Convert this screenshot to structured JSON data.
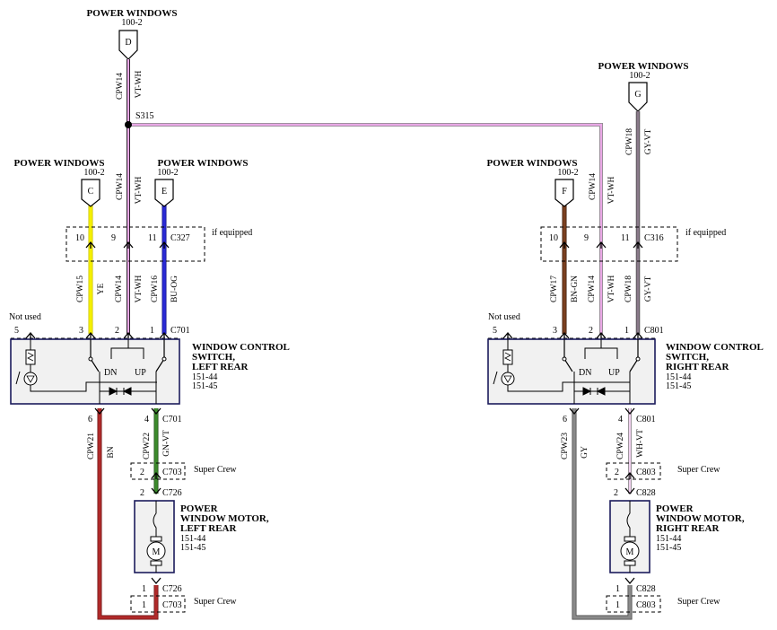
{
  "colors": {
    "violet_white": "#e9a8e6",
    "yellow": "#f5f000",
    "blue_orange": "#2a2ad6",
    "gray_violet": "#8a7a8a",
    "brown_green": "#7a4020",
    "green_violet": "#3c8a2c",
    "brown": "#b02a2a",
    "gray": "#8a8a8a",
    "white_violet": "#f0d0ee",
    "box_fill": "#f1f1f1",
    "box_stroke": "#1c1c5c"
  },
  "diagram": {
    "ref_top_left": {
      "title": "POWER WINDOWS",
      "page": "100-2",
      "letter": "D"
    },
    "ref_top_right": {
      "title": "POWER WINDOWS",
      "page": "100-2",
      "letter": "G"
    },
    "ref_c": {
      "title": "POWER WINDOWS",
      "page": "100-2",
      "letter": "C"
    },
    "ref_e": {
      "title": "POWER WINDOWS",
      "page": "100-2",
      "letter": "E"
    },
    "ref_f": {
      "title": "POWER WINDOWS",
      "page": "100-2",
      "letter": "F"
    },
    "splice": "S315",
    "left": {
      "top_wire": {
        "circuit": "CPW14",
        "color": "VT-WH"
      },
      "c_wire": {
        "circuit": "CPW14",
        "color": "VT-WH"
      },
      "conn_optional": {
        "name": "C327",
        "note": "if equipped",
        "pins": [
          "10",
          "9",
          "11"
        ]
      },
      "wires_lower": [
        {
          "circuit": "CPW15",
          "color": "YE"
        },
        {
          "circuit": "CPW14",
          "color": "VT-WH"
        },
        {
          "circuit": "CPW16",
          "color": "BU-OG"
        }
      ],
      "switch_conn": {
        "name": "C701",
        "pins": [
          "5",
          "3",
          "2",
          "1"
        ],
        "not_used": "Not used"
      },
      "switch": {
        "title1": "WINDOW CONTROL",
        "title2": "SWITCH,",
        "title3": "LEFT REAR",
        "ref1": "151-44",
        "ref2": "151-45",
        "dn": "DN",
        "up": "UP"
      },
      "switch_out": {
        "conn": "C701",
        "pins": [
          "6",
          "4"
        ]
      },
      "out_wires": [
        {
          "circuit": "CPW21",
          "color": "BN"
        },
        {
          "circuit": "CPW22",
          "color": "GN-VT"
        }
      ],
      "crew_top": {
        "pin": "2",
        "conn": "C703",
        "note": "Super Crew"
      },
      "motor_conn_top": {
        "pin": "2",
        "conn": "C726"
      },
      "motor": {
        "title1": "POWER",
        "title2": "WINDOW MOTOR,",
        "title3": "LEFT REAR",
        "ref1": "151-44",
        "ref2": "151-45",
        "symbol": "M"
      },
      "motor_conn_bottom": {
        "pin": "1",
        "conn": "C726"
      },
      "crew_bottom": {
        "pin": "1",
        "conn": "C703",
        "note": "Super Crew"
      }
    },
    "right": {
      "top_wire": {
        "circuit": "CPW18",
        "color": "GY-VT"
      },
      "c_wire": {
        "circuit": "CPW14",
        "color": "VT-WH"
      },
      "conn_optional": {
        "name": "C316",
        "note": "if equipped",
        "pins": [
          "10",
          "9",
          "11"
        ]
      },
      "wires_lower": [
        {
          "circuit": "CPW17",
          "color": "BN-GN"
        },
        {
          "circuit": "CPW14",
          "color": "VT-WH"
        },
        {
          "circuit": "CPW18",
          "color": "GY-VT"
        }
      ],
      "switch_conn": {
        "name": "C801",
        "pins": [
          "5",
          "3",
          "2",
          "1"
        ],
        "not_used": "Not used"
      },
      "switch": {
        "title1": "WINDOW CONTROL",
        "title2": "SWITCH,",
        "title3": "RIGHT REAR",
        "ref1": "151-44",
        "ref2": "151-45",
        "dn": "DN",
        "up": "UP"
      },
      "switch_out": {
        "conn": "C801",
        "pins": [
          "6",
          "4"
        ]
      },
      "out_wires": [
        {
          "circuit": "CPW23",
          "color": "GY"
        },
        {
          "circuit": "CPW24",
          "color": "WH-VT"
        }
      ],
      "crew_top": {
        "pin": "2",
        "conn": "C803",
        "note": "Super Crew"
      },
      "motor_conn_top": {
        "pin": "2",
        "conn": "C828"
      },
      "motor": {
        "title1": "POWER",
        "title2": "WINDOW MOTOR,",
        "title3": "RIGHT REAR",
        "ref1": "151-44",
        "ref2": "151-45",
        "symbol": "M"
      },
      "motor_conn_bottom": {
        "pin": "1",
        "conn": "C828"
      },
      "crew_bottom": {
        "pin": "1",
        "conn": "C803",
        "note": "Super Crew"
      }
    }
  }
}
